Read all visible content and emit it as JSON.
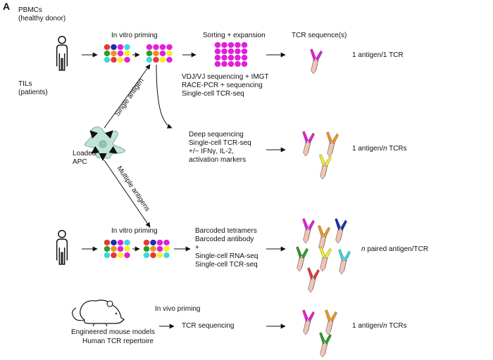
{
  "panel_label": "A",
  "colors": {
    "magenta": "#e020d8",
    "red": "#e53935",
    "blue": "#1a2fb0",
    "green": "#2e9b2e",
    "orange": "#f0931e",
    "yellow": "#f4ee2a",
    "cyan": "#3ed6e2",
    "skin": "#f2c3b4",
    "apc_body": "#bfe3d8"
  },
  "row1": {
    "source_top": [
      "PBMCs",
      "(healthy donor)"
    ],
    "source_bottom": [
      "TILs",
      "(patients)"
    ],
    "step1_title": "In vitro priming",
    "step2_title": "Sorting + expansion",
    "step2_methods": [
      "VDJ/VJ sequencing + IMGT",
      "RACE-PCR + sequencing",
      "Single-cell TCR-seq"
    ],
    "step3_title": "TCR sequence(s)",
    "result": "1 antigen/1 TCR"
  },
  "row2": {
    "methods": [
      "Deep sequencing",
      "Single-cell TCR-seq",
      "+/− IFNγ, IL-2,",
      "activation markers"
    ],
    "result_prefix": "1 antigen/",
    "result_italic": "n",
    "result_suffix": " TCRs"
  },
  "apc": {
    "label": [
      "Loaded",
      "APC"
    ],
    "single_arrow_label": "Single antigen",
    "multiple_arrow_label": "Multiple antigens"
  },
  "row3": {
    "step1_title": "In vitro priming",
    "methods": [
      "Barcoded tetramers",
      "Barcoded antibody",
      "+",
      "Single-cell RNA-seq",
      "Single-cell TCR-seq"
    ],
    "result_italic": "n",
    "result_suffix": " paired antigen/TCR"
  },
  "row4": {
    "step_title": "In vivo priming",
    "source": [
      "Engineered mouse models",
      "Human TCR repertoire"
    ],
    "methods": "TCR sequencing",
    "result_prefix": "1 antigen/",
    "result_italic": "n",
    "result_suffix": " TCRs"
  }
}
